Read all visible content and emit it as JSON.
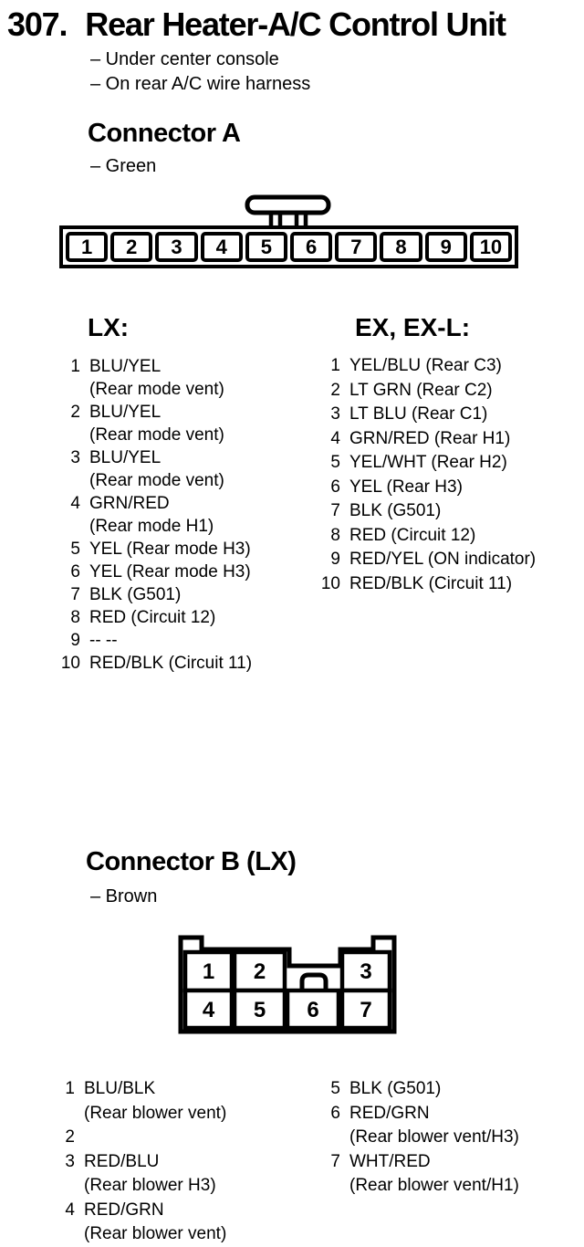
{
  "page": {
    "section_number": "307.",
    "title": "Rear Heater-A/C Control Unit",
    "location_notes": [
      "– Under center console",
      "– On rear A/C wire harness"
    ]
  },
  "connector_a": {
    "heading": "Connector A",
    "color_note": "– Green",
    "pins": [
      "1",
      "2",
      "3",
      "4",
      "5",
      "6",
      "7",
      "8",
      "9",
      "10"
    ],
    "lx": {
      "heading": "LX:",
      "items": [
        {
          "pin": "1",
          "wire": "BLU/YEL",
          "note": "(Rear mode vent)"
        },
        {
          "pin": "2",
          "wire": "BLU/YEL",
          "note": "(Rear mode vent)"
        },
        {
          "pin": "3",
          "wire": "BLU/YEL",
          "note": "(Rear mode vent)"
        },
        {
          "pin": "4",
          "wire": "GRN/RED",
          "note": "(Rear mode H1)"
        },
        {
          "pin": "5",
          "wire": "YEL (Rear mode H3)",
          "note": ""
        },
        {
          "pin": "6",
          "wire": "YEL (Rear mode H3)",
          "note": ""
        },
        {
          "pin": "7",
          "wire": "BLK (G501)",
          "note": ""
        },
        {
          "pin": "8",
          "wire": "RED (Circuit 12)",
          "note": ""
        },
        {
          "pin": "9",
          "wire": "-- --",
          "note": ""
        },
        {
          "pin": "10",
          "wire": "RED/BLK (Circuit 11)",
          "note": ""
        }
      ]
    },
    "ex": {
      "heading": "EX, EX-L:",
      "items": [
        {
          "pin": "1",
          "wire": "YEL/BLU (Rear C3)"
        },
        {
          "pin": "2",
          "wire": "LT GRN (Rear C2)"
        },
        {
          "pin": "3",
          "wire": "LT BLU (Rear C1)"
        },
        {
          "pin": "4",
          "wire": "GRN/RED (Rear H1)"
        },
        {
          "pin": "5",
          "wire": "YEL/WHT (Rear H2)"
        },
        {
          "pin": "6",
          "wire": "YEL (Rear H3)"
        },
        {
          "pin": "7",
          "wire": "BLK (G501)"
        },
        {
          "pin": "8",
          "wire": "RED (Circuit 12)"
        },
        {
          "pin": "9",
          "wire": "RED/YEL (ON indicator)"
        },
        {
          "pin": "10",
          "wire": "RED/BLK (Circuit 11)"
        }
      ]
    }
  },
  "connector_b": {
    "heading": "Connector B (LX)",
    "color_note": "– Brown",
    "top_pins": [
      "1",
      "2",
      "3"
    ],
    "bottom_pins": [
      "4",
      "5",
      "6",
      "7"
    ],
    "left_items": [
      {
        "pin": "1",
        "wire": "BLU/BLK",
        "note": "(Rear blower vent)"
      },
      {
        "pin": "2",
        "wire": "",
        "note": ""
      },
      {
        "pin": "3",
        "wire": "RED/BLU",
        "note": "(Rear blower H3)"
      },
      {
        "pin": "4",
        "wire": "RED/GRN",
        "note": "(Rear blower vent)"
      }
    ],
    "right_items": [
      {
        "pin": "5",
        "wire": "BLK (G501)",
        "note": ""
      },
      {
        "pin": "6",
        "wire": "RED/GRN",
        "note": "(Rear blower vent/H3)"
      },
      {
        "pin": "7",
        "wire": "WHT/RED",
        "note": "(Rear blower vent/H1)"
      }
    ]
  }
}
